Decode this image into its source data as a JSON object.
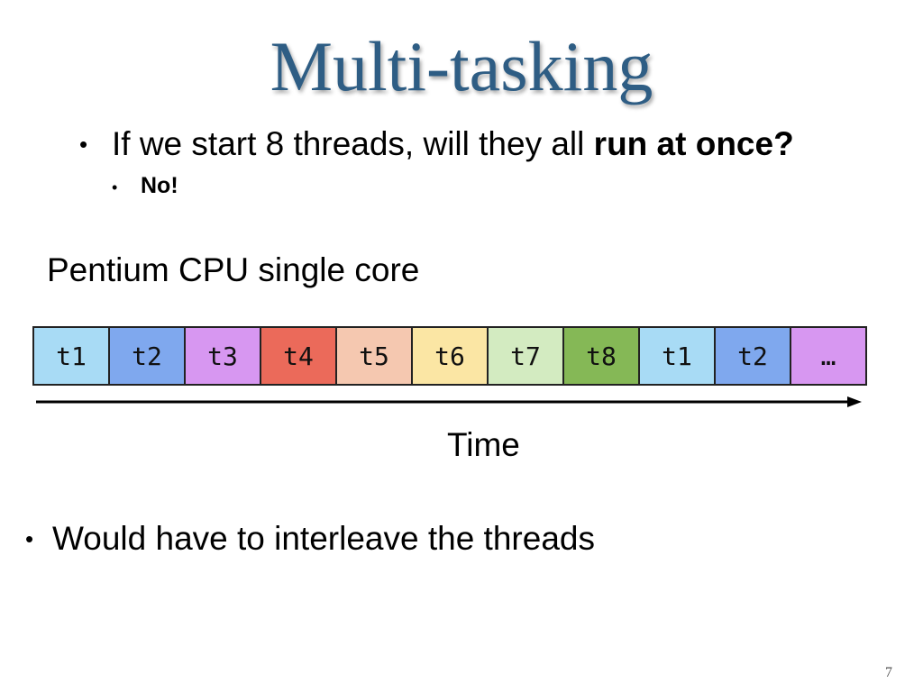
{
  "slide": {
    "title": "Multi-tasking",
    "page_number": "7"
  },
  "bullets": {
    "q_prefix": "If we start 8 threads, will they all ",
    "q_emph": "run at once?",
    "answer": "No!",
    "conclusion": "Would have to interleave the threads",
    "marker": "•"
  },
  "diagram": {
    "label": "Pentium CPU single core",
    "axis_label": "Time",
    "slots": [
      {
        "label": "t1",
        "color": "#a8dbf5"
      },
      {
        "label": "t2",
        "color": "#7fa8ee"
      },
      {
        "label": "t3",
        "color": "#d797f1"
      },
      {
        "label": "t4",
        "color": "#eb6a5a"
      },
      {
        "label": "t5",
        "color": "#f5c8b0"
      },
      {
        "label": "t6",
        "color": "#fbe6a4"
      },
      {
        "label": "t7",
        "color": "#d3ebc1"
      },
      {
        "label": "t8",
        "color": "#85b856"
      },
      {
        "label": "t1",
        "color": "#a8dbf5"
      },
      {
        "label": "t2",
        "color": "#7fa8ee"
      },
      {
        "label": "…",
        "color": "#d797f1"
      }
    ]
  }
}
